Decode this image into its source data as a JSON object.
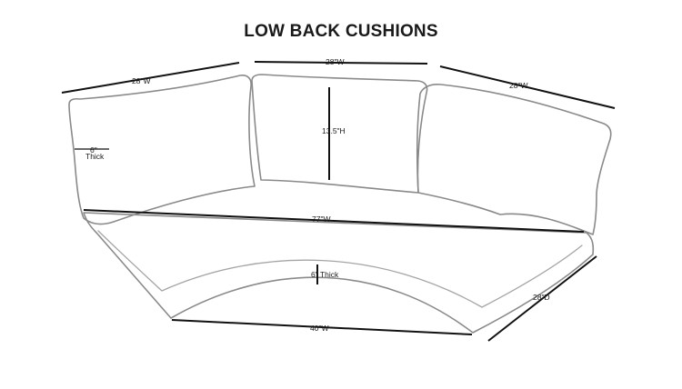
{
  "title": "LOW BACK CUSHIONS",
  "dimensions": {
    "back_left_width": "28\"W",
    "back_center_width": "28\"W",
    "back_right_width": "28\"W",
    "back_height": "13.5\"H",
    "back_thickness_value": "6\"",
    "back_thickness_word": "Thick",
    "overall_width": "77\"W",
    "seat_thickness": "6\" Thick",
    "seat_depth": "28\"D",
    "front_width": "40\"W"
  }
}
